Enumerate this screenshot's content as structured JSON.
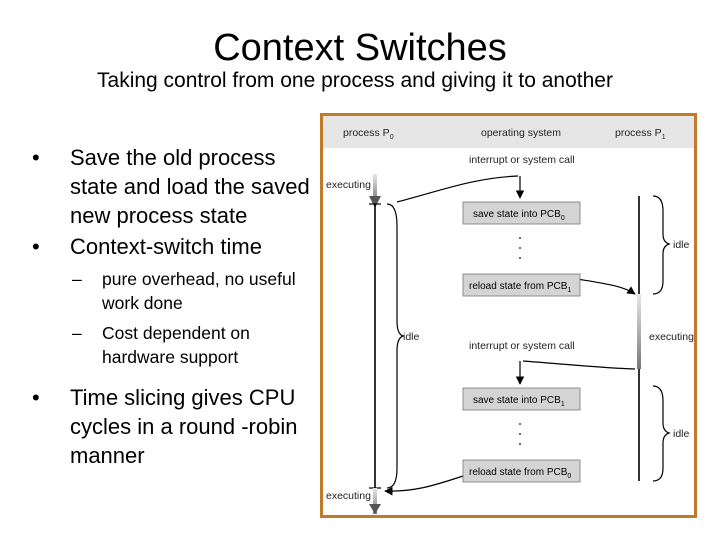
{
  "title": "Context Switches",
  "subtitle": "Taking control from one process and giving it to another",
  "bullets": {
    "b1": "Save the old process state and load the saved new process state",
    "b2": "Context-switch time",
    "b2_sub1": "pure overhead, no useful work done",
    "b2_sub2": "Cost dependent on hardware support",
    "b3": "Time slicing gives CPU cycles in a round -robin manner",
    "bullet_glyph": "•",
    "dash_glyph": "–"
  },
  "diagram": {
    "col_p0": "process P",
    "col_p0_sub": "0",
    "col_os": "operating system",
    "col_p1": "process P",
    "col_p1_sub": "1",
    "interrupt1": "interrupt or system call",
    "interrupt2": "interrupt or system call",
    "executing_top": "executing",
    "executing_bottom": "executing",
    "executing_right": "executing",
    "idle_left": "idle",
    "idle_right_top": "idle",
    "idle_right_bottom": "idle",
    "save1": "save state into PCB",
    "save1_sub": "0",
    "reload1": "reload state from PCB",
    "reload1_sub": "1",
    "save2": "save state into PCB",
    "save2_sub": "1",
    "reload2": "reload state from PCB",
    "reload2_sub": "0",
    "colors": {
      "frame": "#c07a2a",
      "header": "#e6e6e6",
      "box": "#d4d4d4",
      "line": "#000000"
    }
  }
}
